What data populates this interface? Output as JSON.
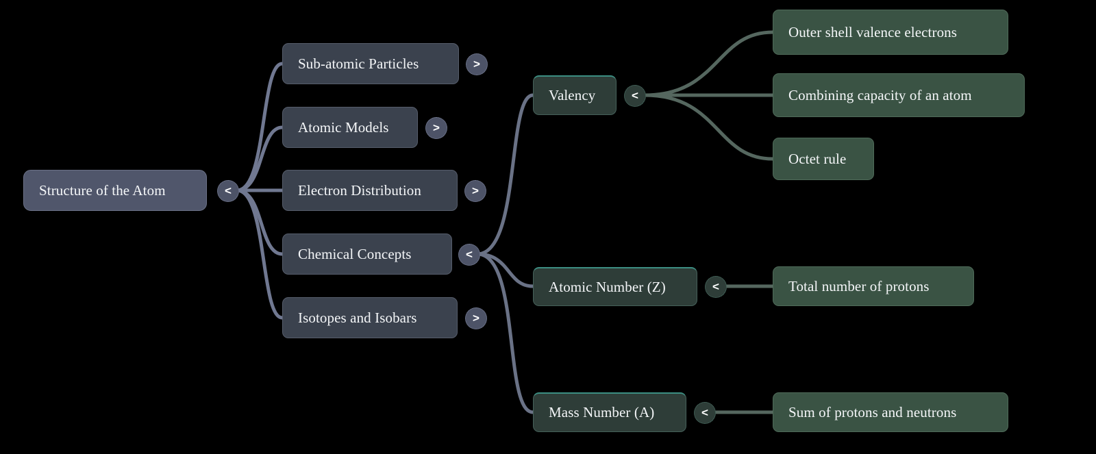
{
  "diagram": {
    "title": "Structure of the Atom",
    "type": "mind-map",
    "background": "#000000",
    "colors": {
      "root_fill": "#50566b",
      "branch_fill": "#3b424e",
      "subhub_fill": "#2e3d38",
      "leaf_fill": "#3a5344",
      "subhub_accent": "#3c8e82",
      "edge_blue": "#707891",
      "edge_green": "#55675f",
      "text": "#f4f6f8"
    }
  },
  "root": {
    "label": "Structure of the Atom",
    "toggle": "<"
  },
  "branches": [
    {
      "label": "Sub-atomic Particles",
      "toggle": ">",
      "expanded": false
    },
    {
      "label": "Atomic Models",
      "toggle": ">",
      "expanded": false
    },
    {
      "label": "Electron Distribution",
      "toggle": ">",
      "expanded": false
    },
    {
      "label": "Chemical Concepts",
      "toggle": "<",
      "expanded": true
    },
    {
      "label": "Isotopes and Isobars",
      "toggle": ">",
      "expanded": false
    }
  ],
  "subhubs": [
    {
      "label": "Valency",
      "toggle": "<",
      "children": [
        {
          "label": "Outer shell valence electrons"
        },
        {
          "label": "Combining capacity of an atom"
        },
        {
          "label": "Octet rule"
        }
      ]
    },
    {
      "label": "Atomic Number (Z)",
      "toggle": "<",
      "children": [
        {
          "label": "Total number of protons"
        }
      ]
    },
    {
      "label": "Mass Number (A)",
      "toggle": "<",
      "children": [
        {
          "label": "Sum of protons and neutrons"
        }
      ]
    }
  ]
}
